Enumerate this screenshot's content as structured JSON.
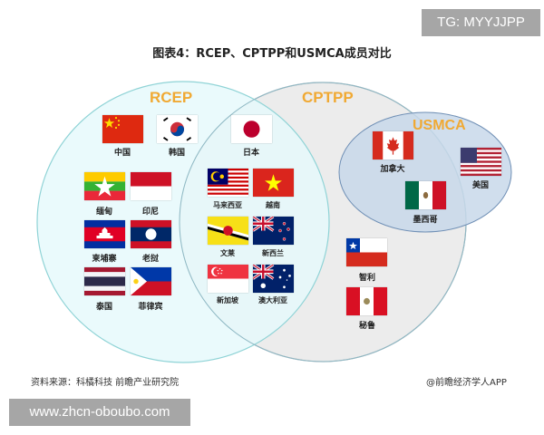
{
  "badge": {
    "text": "TG: MYYJJPP"
  },
  "title": "图表4：RCEP、CPTPP和USMCA成员对比",
  "sets": {
    "rcep": {
      "label": "RCEP",
      "fill": "#e6f9fb",
      "stroke": "#8fd3d6"
    },
    "cptpp": {
      "label": "CPTPP",
      "fill": "#ececec",
      "stroke": "#9aa7b3"
    },
    "usmca": {
      "label": "USMCA",
      "fill": "#c8d8ea",
      "stroke": "#6f8fb5"
    },
    "label_color": "#f0a933"
  },
  "countries": {
    "china": {
      "name": "中国",
      "flag": "china-flag",
      "sets": [
        "RCEP"
      ]
    },
    "korea": {
      "name": "韩国",
      "flag": "south-korea-flag",
      "sets": [
        "RCEP"
      ]
    },
    "myanmar": {
      "name": "缅甸",
      "flag": "myanmar-flag",
      "sets": [
        "RCEP"
      ]
    },
    "indonesia": {
      "name": "印尼",
      "flag": "indonesia-flag",
      "sets": [
        "RCEP"
      ]
    },
    "cambodia": {
      "name": "柬埔寨",
      "flag": "cambodia-flag",
      "sets": [
        "RCEP"
      ]
    },
    "laos": {
      "name": "老挝",
      "flag": "laos-flag",
      "sets": [
        "RCEP"
      ]
    },
    "thailand": {
      "name": "泰国",
      "flag": "thailand-flag",
      "sets": [
        "RCEP"
      ]
    },
    "philippines": {
      "name": "菲律宾",
      "flag": "philippines-flag",
      "sets": [
        "RCEP"
      ]
    },
    "japan": {
      "name": "日本",
      "flag": "japan-flag",
      "sets": [
        "RCEP",
        "CPTPP"
      ]
    },
    "malaysia": {
      "name": "马来西亚",
      "flag": "malaysia-flag",
      "sets": [
        "RCEP",
        "CPTPP"
      ]
    },
    "vietnam": {
      "name": "越南",
      "flag": "vietnam-flag",
      "sets": [
        "RCEP",
        "CPTPP"
      ]
    },
    "brunei": {
      "name": "文莱",
      "flag": "brunei-flag",
      "sets": [
        "RCEP",
        "CPTPP"
      ]
    },
    "newzealand": {
      "name": "新西兰",
      "flag": "new-zealand-flag",
      "sets": [
        "RCEP",
        "CPTPP"
      ]
    },
    "singapore": {
      "name": "新加坡",
      "flag": "singapore-flag",
      "sets": [
        "RCEP",
        "CPTPP"
      ]
    },
    "australia": {
      "name": "澳大利亚",
      "flag": "australia-flag",
      "sets": [
        "RCEP",
        "CPTPP"
      ]
    },
    "canada": {
      "name": "加拿大",
      "flag": "canada-flag",
      "sets": [
        "CPTPP",
        "USMCA"
      ]
    },
    "mexico": {
      "name": "墨西哥",
      "flag": "mexico-flag",
      "sets": [
        "CPTPP",
        "USMCA"
      ]
    },
    "usa": {
      "name": "美国",
      "flag": "usa-flag",
      "sets": [
        "USMCA"
      ]
    },
    "chile": {
      "name": "智利",
      "flag": "chile-flag",
      "sets": [
        "CPTPP"
      ]
    },
    "peru": {
      "name": "秘鲁",
      "flag": "peru-flag",
      "sets": [
        "CPTPP"
      ]
    }
  },
  "footer": {
    "source": "资料来源：科橘科技 前瞻产业研究院",
    "credit": "@前瞻经济学人APP"
  },
  "banner": {
    "text": "www.zhcn-oboubo.com"
  }
}
